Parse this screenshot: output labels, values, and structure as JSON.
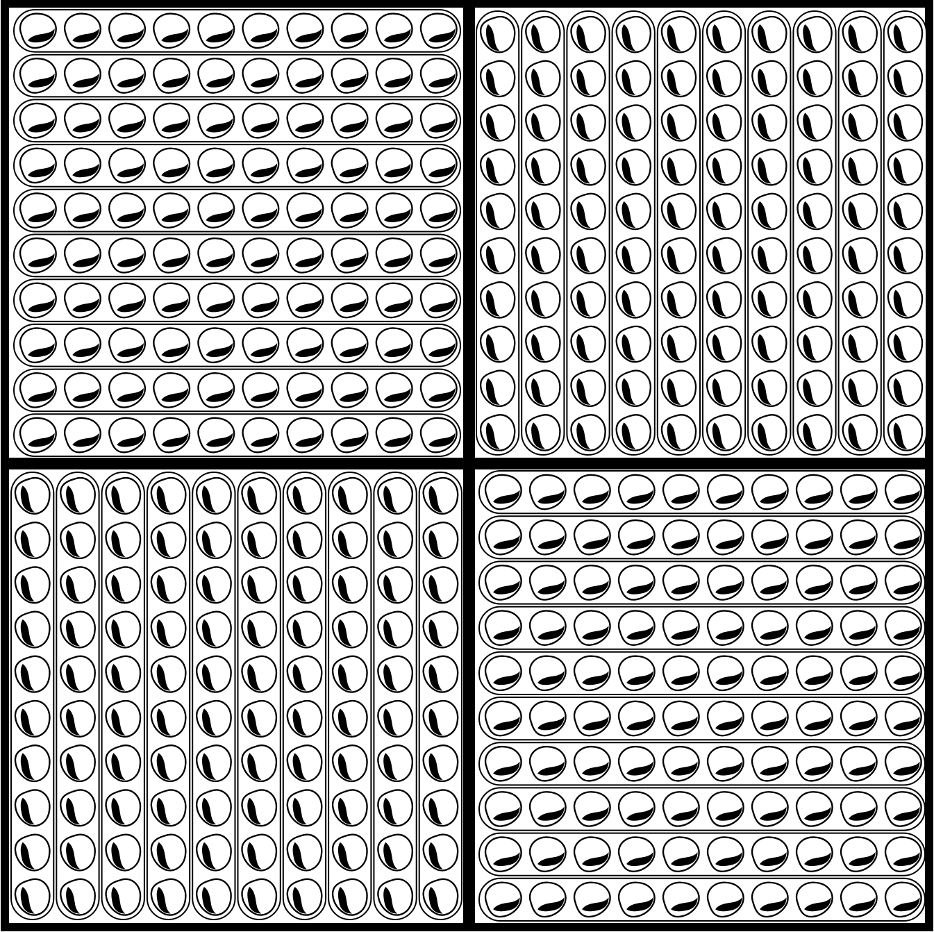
{
  "figure": {
    "type": "bean-grid-diagram",
    "colors": {
      "background": "#ffffff",
      "stroke": "#000000",
      "bean_fill": "#ffffff",
      "hilum_fill": "#000000"
    },
    "quadrants": [
      {
        "name": "top-left",
        "orientation": "horizontal",
        "strips": 10,
        "beans_per_strip": 10
      },
      {
        "name": "top-right",
        "orientation": "vertical",
        "strips": 10,
        "beans_per_strip": 10
      },
      {
        "name": "bottom-left",
        "orientation": "vertical",
        "strips": 10,
        "beans_per_strip": 10
      },
      {
        "name": "bottom-right",
        "orientation": "horizontal",
        "strips": 10,
        "beans_per_strip": 10
      }
    ]
  }
}
